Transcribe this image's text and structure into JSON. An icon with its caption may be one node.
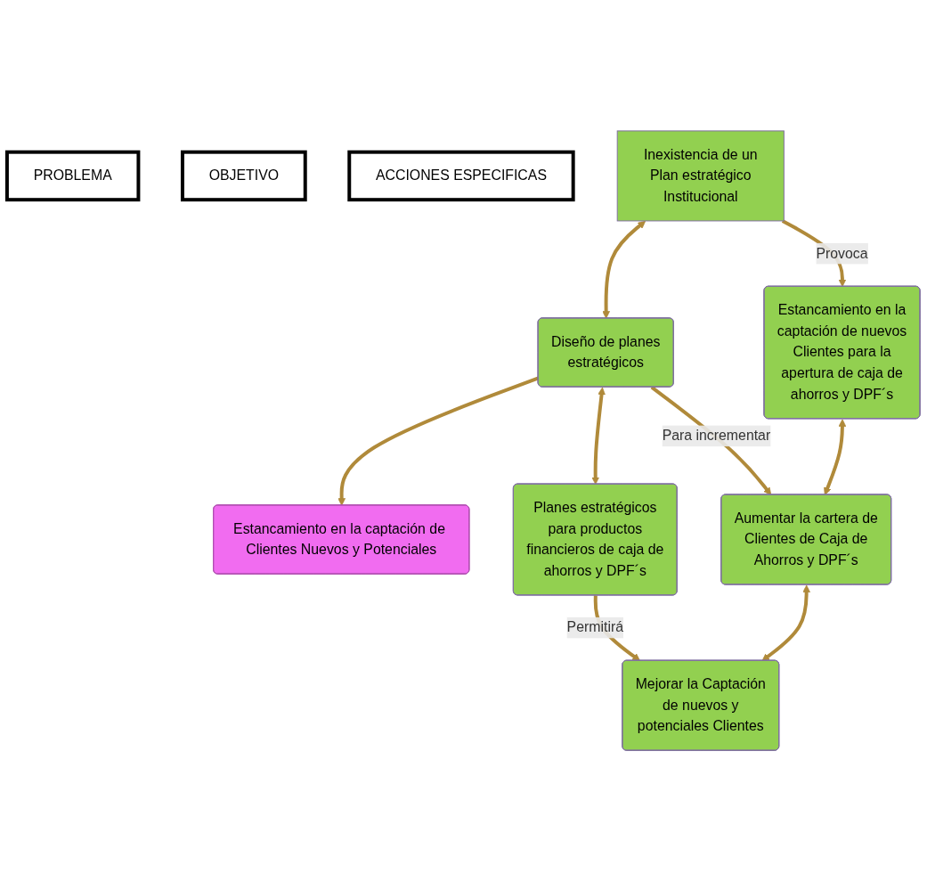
{
  "diagram": {
    "nodes": [
      {
        "text": [
          "PROBLEMA"
        ]
      },
      {
        "text": [
          "OBJETIVO"
        ]
      },
      {
        "text": [
          "ACCIONES ESPECIFICAS"
        ]
      },
      {
        "text": [
          "Estancamiento en la captación de Clientes Nuevos y Potenciales"
        ]
      },
      {
        "text": [
          "Inexistencia de un Plan estratégico Institucional"
        ]
      },
      {
        "text": [
          "Diseño de planes estratégicos"
        ]
      },
      {
        "text": [
          "Planes estratégicos para productos financieros de caja de ahorros y DPF´s"
        ]
      },
      {
        "text": [
          "Estancamiento en la captación de nuevos Clientes para la apertura de caja de ahorros y DPF´s"
        ]
      },
      {
        "text": [
          "Aumentar la cartera de Clientes de Caja de Ahorros y DPF´s"
        ]
      },
      {
        "text": [
          "Mejorar la Captación de nuevos y potenciales Clientes"
        ]
      }
    ],
    "edges": [
      {
        "from": 5,
        "to": 3,
        "arrow": "to"
      },
      {
        "from": 4,
        "to": 5,
        "arrow": "both"
      },
      {
        "from": 5,
        "to": 6,
        "arrow": "both"
      },
      {
        "from": 4,
        "to": 7,
        "arrow": "to",
        "label": "Provoca"
      },
      {
        "from": 5,
        "to": 8,
        "arrow": "to",
        "label": "Para incrementar"
      },
      {
        "from": 6,
        "to": 9,
        "arrow": "to",
        "label": "Permitirá"
      },
      {
        "from": 7,
        "to": 8,
        "arrow": "both"
      },
      {
        "from": 8,
        "to": 9,
        "arrow": "both"
      }
    ]
  }
}
